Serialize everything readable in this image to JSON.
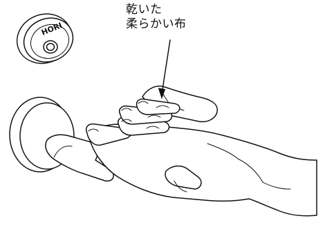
{
  "callout": {
    "line1": "乾いた",
    "line2": "柔らかい布"
  },
  "reader": {
    "logo_text": "HORI"
  }
}
